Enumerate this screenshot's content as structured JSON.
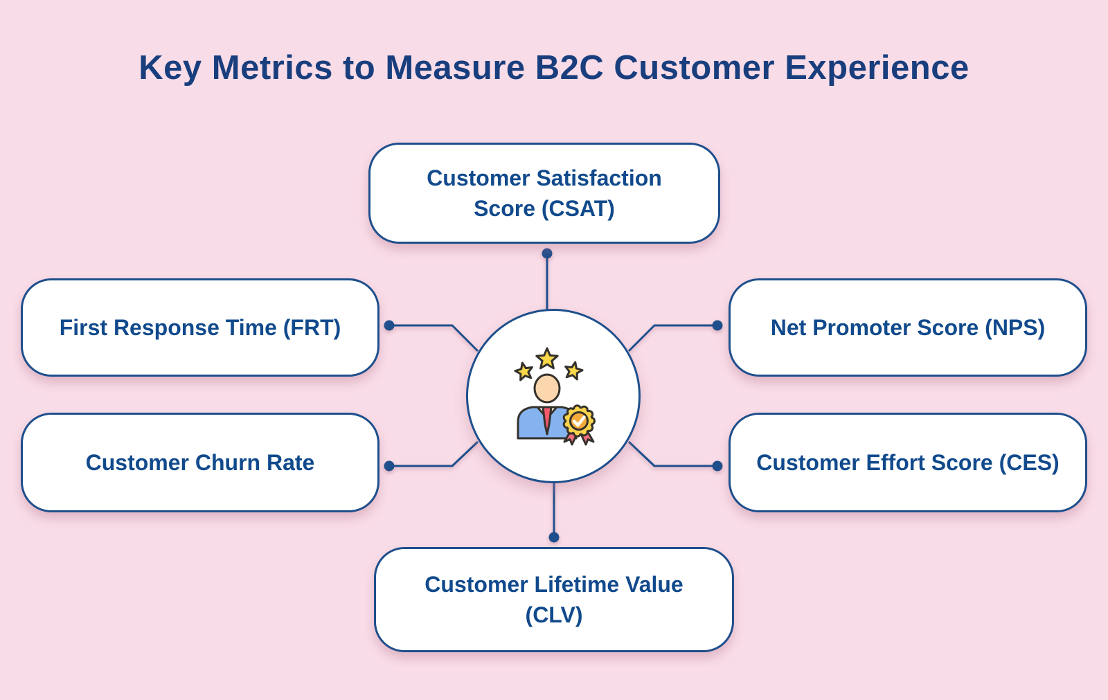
{
  "title": "Key Metrics to Measure B2C Customer Experience",
  "colors": {
    "background": "#f8dce7",
    "navy": "#1e4f8c",
    "title_text": "#193e7d",
    "label_text": "#114a8c",
    "box_background": "#ffffff",
    "star_yellow": "#f9d84a",
    "badge_yellow": "#fbd44c",
    "badge_amber": "#f5ab3c",
    "ribbon_red": "#f4707f",
    "jacket_blue": "#85b3f0",
    "tie_red": "#f2596c",
    "skin": "#fcd7ae"
  },
  "center": {
    "icon": "customer-rating-icon"
  },
  "nodes": [
    {
      "id": "csat",
      "label": "Customer Satisfaction Score (CSAT)",
      "position": "top"
    },
    {
      "id": "frt",
      "label": "First Response Time (FRT)",
      "position": "left-upper"
    },
    {
      "id": "churn",
      "label": "Customer Churn Rate",
      "position": "left-lower"
    },
    {
      "id": "nps",
      "label": "Net Promoter Score (NPS)",
      "position": "right-upper"
    },
    {
      "id": "ces",
      "label": "Customer Effort Score (CES)",
      "position": "right-lower"
    },
    {
      "id": "clv",
      "label": "Customer Lifetime Value (CLV)",
      "position": "bottom"
    }
  ]
}
